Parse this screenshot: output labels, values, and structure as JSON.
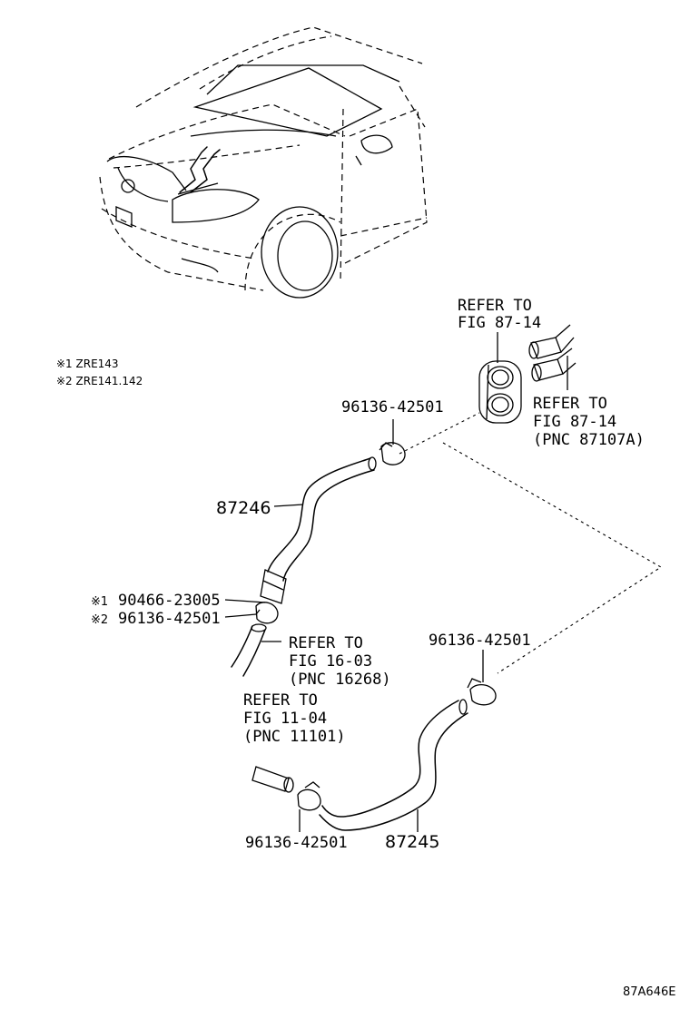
{
  "legend": {
    "note1": "※1 ZRE143",
    "note2": "※2 ZRE141.142"
  },
  "refs": {
    "fig8714_top": {
      "line1": "REFER TO",
      "line2": "FIG 87-14"
    },
    "fig8714_right": {
      "line1": "REFER TO",
      "line2": "FIG 87-14",
      "line3": "(PNC 87107A)"
    },
    "fig1603": {
      "line1": "REFER TO",
      "line2": "FIG 16-03",
      "line3": "(PNC 16268)"
    },
    "fig1104": {
      "line1": "REFER TO",
      "line2": "FIG 11-04",
      "line3": "(PNC 11101)"
    }
  },
  "parts": {
    "clamp_upper": "96136-42501",
    "hose_upper": "87246",
    "alt1_mark": "※1",
    "alt1_part": "90466-23005",
    "alt2_mark": "※2",
    "alt2_part": "96136-42501",
    "clamp_right": "96136-42501",
    "clamp_lower": "96136-42501",
    "hose_lower": "87245"
  },
  "figure_code": "87A646E"
}
